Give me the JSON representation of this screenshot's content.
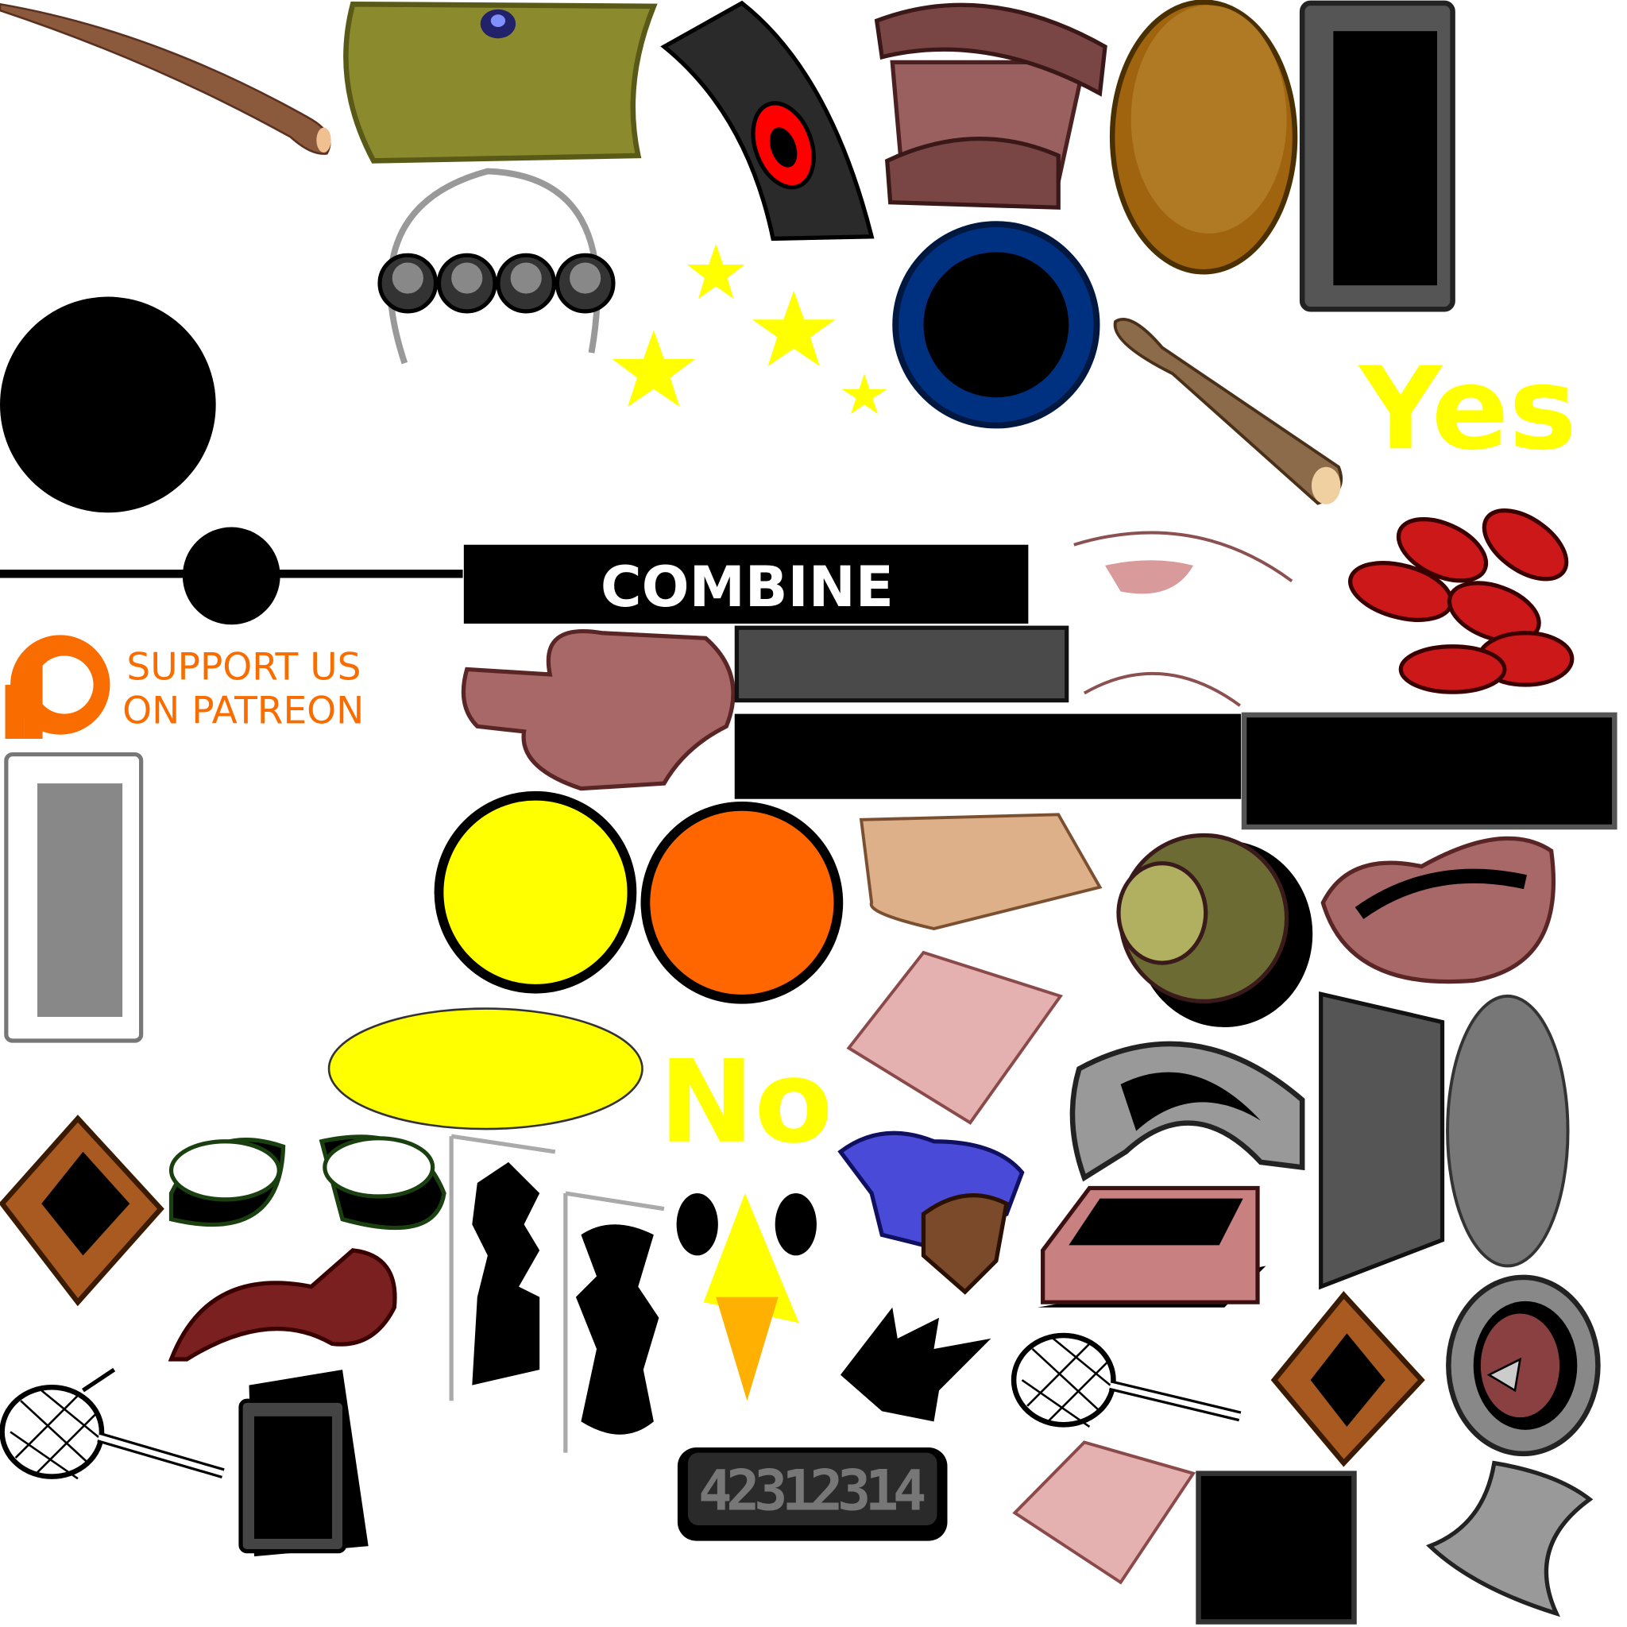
{
  "sheet": {
    "combine_label": "COMBINE",
    "yes_label": "Yes",
    "no_label": "No",
    "patreon_line1": "SUPPORT US",
    "patreon_line2": "ON PATREON",
    "code_display": "42312314"
  },
  "colors": {
    "yes_no_yellow": "#ffff00",
    "patreon_orange": "#f96d00",
    "orange_disc": "#ff6600",
    "olive": "#8b8b2e",
    "brown": "#a0640f",
    "mauve": "#a86868",
    "dark_gray": "#333333"
  }
}
